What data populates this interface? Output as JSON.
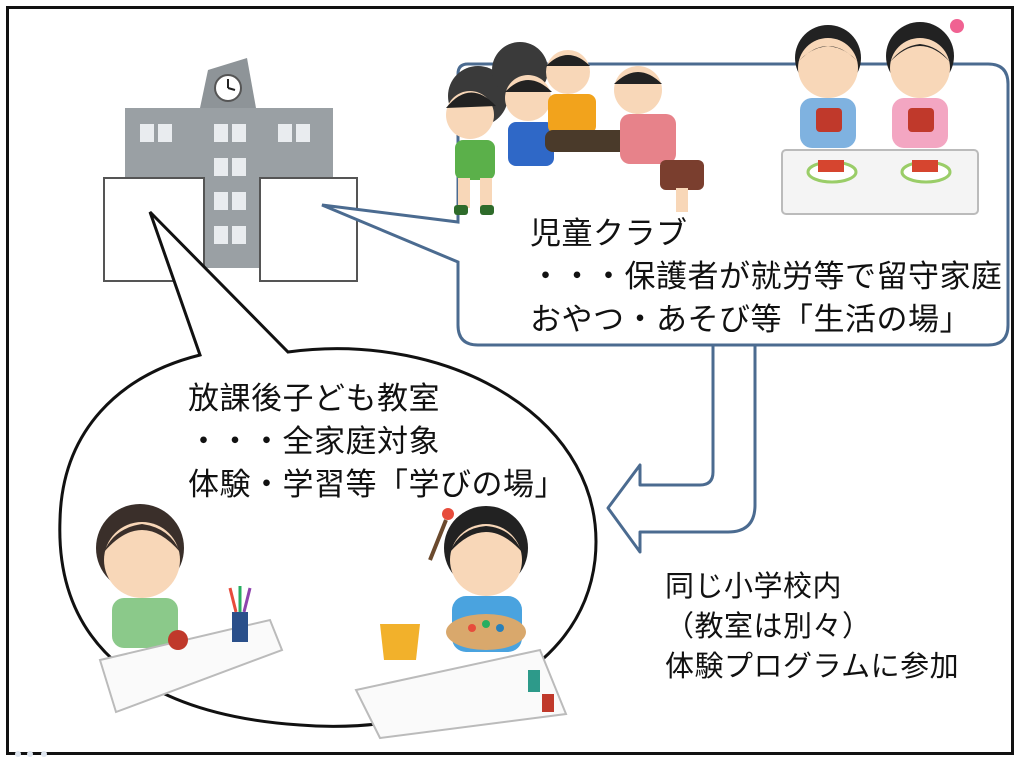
{
  "club_note": {
    "title": "児童クラブ",
    "line1": "・・・保護者が就労等で留守家庭",
    "line2": "おやつ・あそび等「生活の場」"
  },
  "classroom_note": {
    "title": "放課後子ども教室",
    "line1": "・・・全家庭対象",
    "line2": "体験・学習等「学びの場」"
  },
  "shared_note": {
    "line1": "同じ小学校内",
    "line2": "（教室は別々）",
    "line3": "体験プログラムに参加"
  }
}
